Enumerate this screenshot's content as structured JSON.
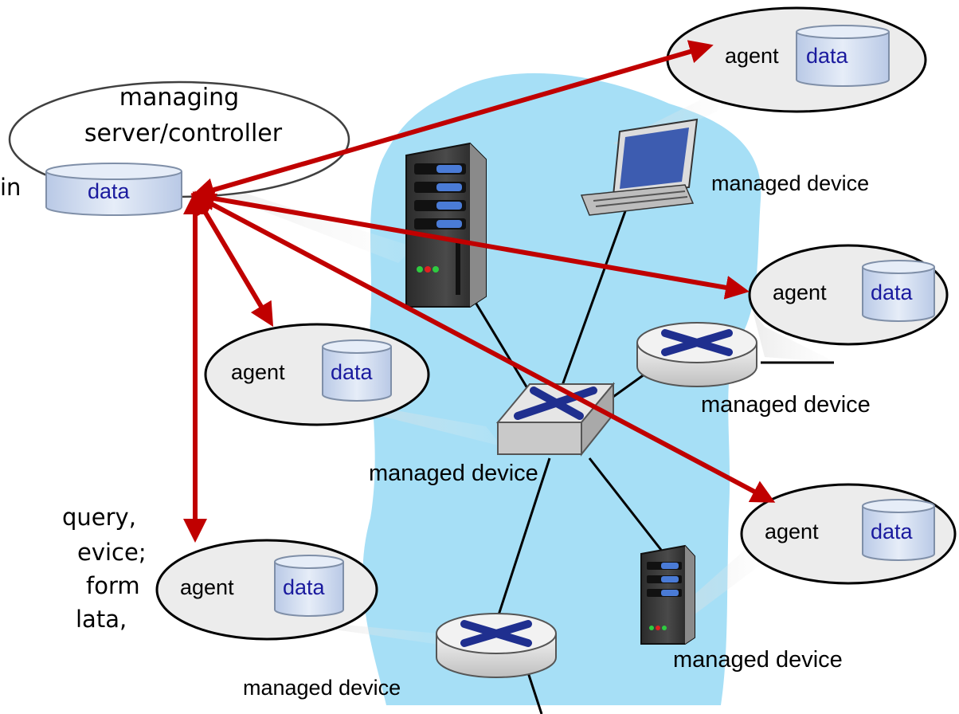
{
  "manager": {
    "line1": "managing",
    "line2": "server/controller",
    "data_label": "data"
  },
  "agents": [
    {
      "agent_label": "agent",
      "data_label": "data"
    },
    {
      "agent_label": "agent",
      "data_label": "data"
    },
    {
      "agent_label": "agent",
      "data_label": "data"
    },
    {
      "agent_label": "agent",
      "data_label": "data"
    },
    {
      "agent_label": "agent",
      "data_label": "data"
    }
  ],
  "devices": {
    "pc_label": "managed device",
    "router_right_label": "managed device",
    "switch_label": "managed device",
    "server_bottom_label": "managed device",
    "router_bottom_label": "managed device"
  },
  "left_text": {
    "in": "in",
    "query": "query,",
    "evice": "evice;",
    "form": "form",
    "lata": "lata,"
  },
  "colors": {
    "cloud": "#a6dff6",
    "arrow": "#c00000",
    "ellipse_fill": "#ececec",
    "cylinder_fill": "#d7e2f3",
    "data_text": "#1a1a9e"
  }
}
